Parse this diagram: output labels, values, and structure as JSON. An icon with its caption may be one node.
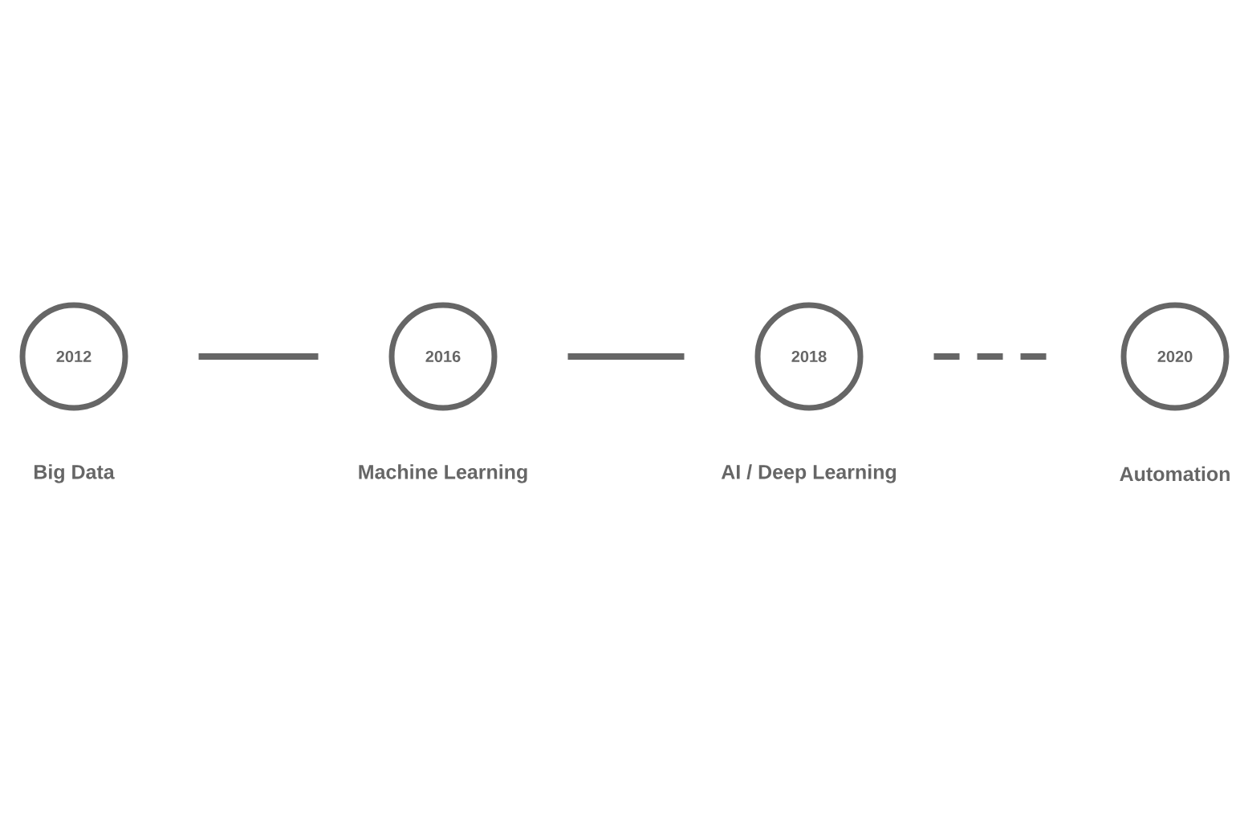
{
  "diagram": {
    "nodes": [
      {
        "text": [
          "2012"
        ],
        "beside": [
          "Big Data"
        ]
      },
      {
        "text": [
          "2016"
        ],
        "beside": [
          "Machine Learning"
        ]
      },
      {
        "text": [
          "2018"
        ],
        "beside": [
          "AI / Deep Learning"
        ]
      },
      {
        "text": [
          "2020"
        ],
        "beside": [
          "Automation"
        ]
      }
    ],
    "edges": [
      {
        "from": 0,
        "to": 1,
        "arrow": "none"
      },
      {
        "from": 1,
        "to": 2,
        "arrow": "none"
      },
      {
        "from": 2,
        "to": 3,
        "arrow": "none",
        "style": "dashed"
      }
    ]
  }
}
